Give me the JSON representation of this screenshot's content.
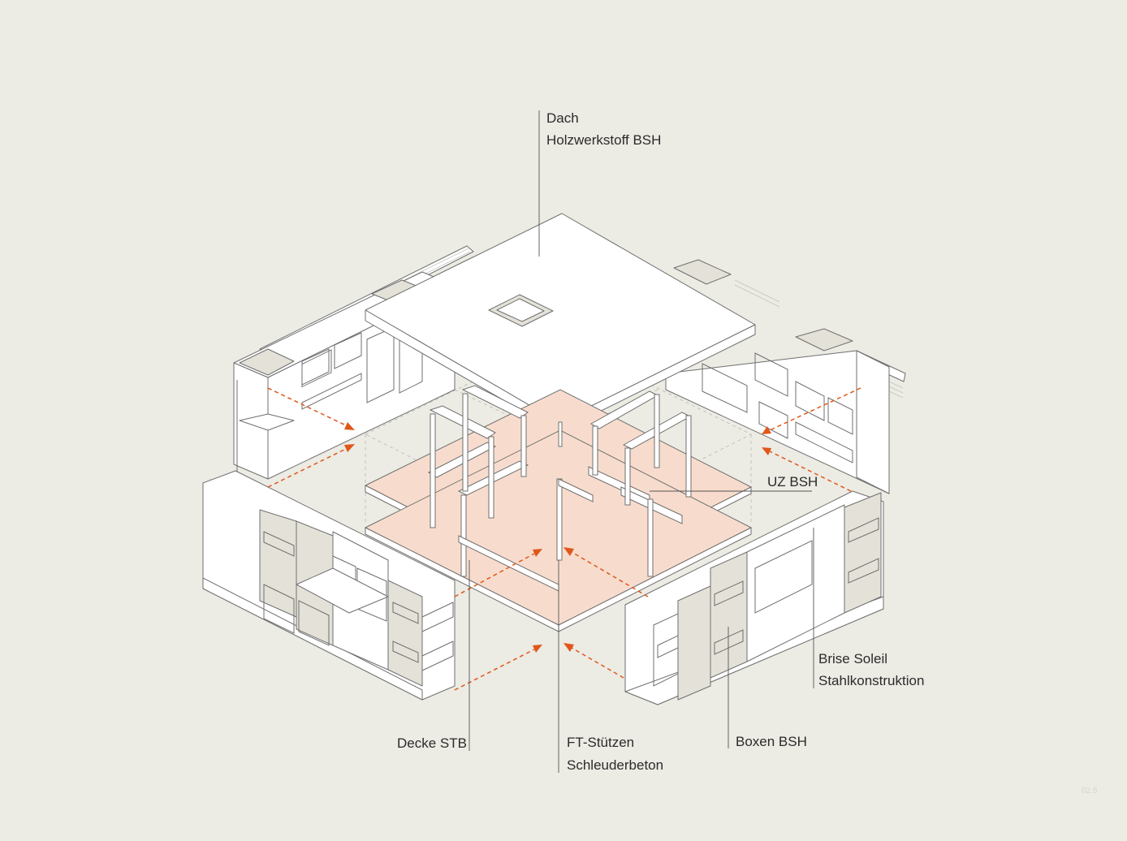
{
  "labels": {
    "dach_1": "Dach",
    "dach_2": "Holzwerkstoff BSH",
    "uz": "UZ BSH",
    "brise_1": "Brise Soleil",
    "brise_2": "Stahlkonstruktion",
    "boxen": "Boxen BSH",
    "decke": "Decke STB",
    "ft_1": "FT-Stützen",
    "ft_2": "Schleuderbeton"
  },
  "page_number": "02.5",
  "colors": {
    "background": "#ecebe4",
    "accent_orange": "#e0571a",
    "slab_fill": "#f7dccd",
    "line": "#6f6f6f",
    "box_shade": "#e4e2d8"
  }
}
